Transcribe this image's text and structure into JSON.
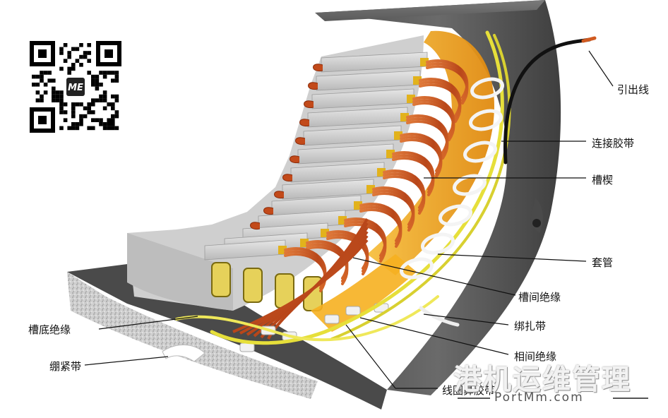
{
  "labels": {
    "lead_wire": "引出线",
    "connecting_tape": "连接胶带",
    "slot_wedge": "槽楔",
    "sleeve": "套管",
    "inter_slot_insulation": "槽间绝缘",
    "binding_tape": "绑扎带",
    "phase_insulation": "相间绝缘",
    "slot_bottom_insulation": "槽底绝缘",
    "tightening_band": "绷紧带",
    "coil_nose_tape": "线圈鼻胶带"
  },
  "watermark": {
    "brand": "港机运维管理",
    "site": "PortMm.com"
  },
  "qr_logo_text": "ME",
  "colors": {
    "core": "#d2d2d2",
    "frame": "#5a5a5a",
    "copper": "#c8551e",
    "insulation": "#f0a020",
    "yellow_wire": "#e8e040",
    "gold_wedge": "#e0b020"
  }
}
